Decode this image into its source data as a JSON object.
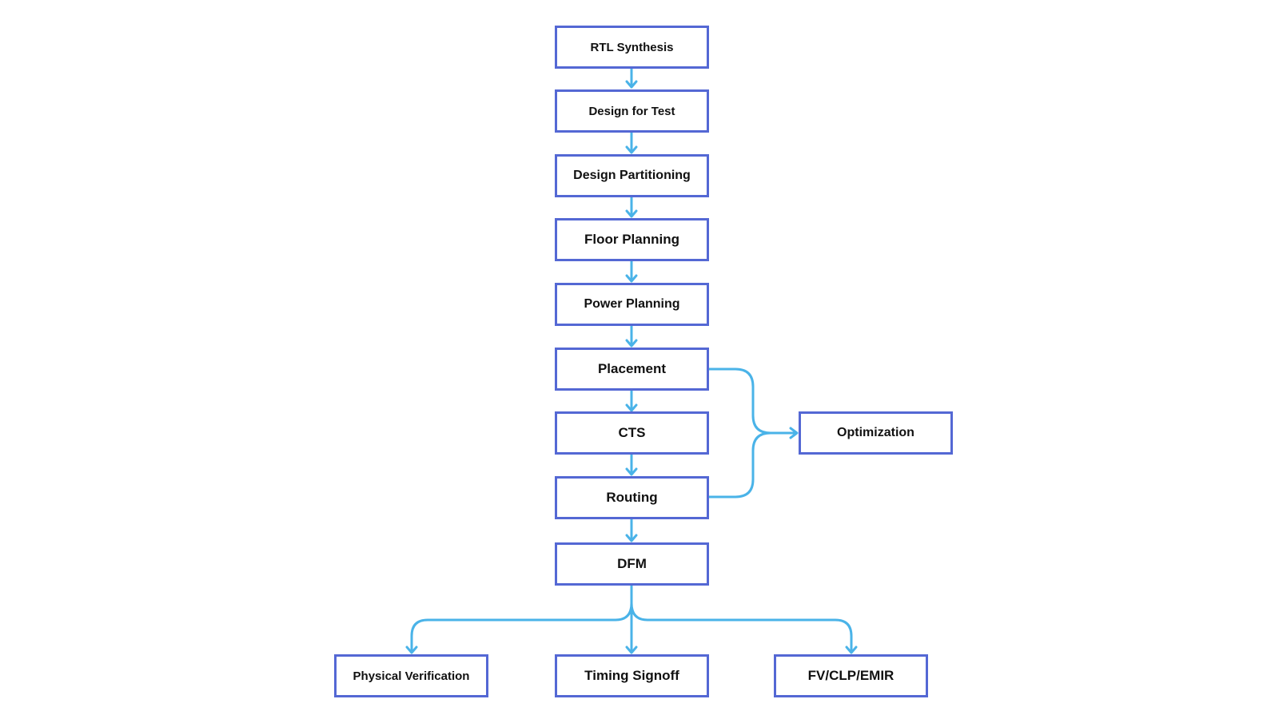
{
  "diagram": {
    "accent_border_color": "#5468d4",
    "connector_color": "#4ab3e8",
    "background_color": "#ffffff",
    "nodes": {
      "rtl_synthesis": "RTL Synthesis",
      "design_for_test": "Design for Test",
      "design_partitioning": "Design Partitioning",
      "floor_planning": "Floor Planning",
      "power_planning": "Power Planning",
      "placement": "Placement",
      "cts": "CTS",
      "routing": "Routing",
      "dfm": "DFM",
      "optimization": "Optimization",
      "physical_verification": "Physical Verification",
      "timing_signoff": "Timing Signoff",
      "fv_clp_emir": "FV/CLP/EMIR"
    },
    "edges": [
      {
        "from": "rtl_synthesis",
        "to": "design_for_test"
      },
      {
        "from": "design_for_test",
        "to": "design_partitioning"
      },
      {
        "from": "design_partitioning",
        "to": "floor_planning"
      },
      {
        "from": "floor_planning",
        "to": "power_planning"
      },
      {
        "from": "power_planning",
        "to": "placement"
      },
      {
        "from": "placement",
        "to": "cts"
      },
      {
        "from": "cts",
        "to": "routing"
      },
      {
        "from": "routing",
        "to": "dfm"
      },
      {
        "from": "placement",
        "to": "optimization"
      },
      {
        "from": "routing",
        "to": "optimization"
      },
      {
        "from": "dfm",
        "to": "physical_verification"
      },
      {
        "from": "dfm",
        "to": "timing_signoff"
      },
      {
        "from": "dfm",
        "to": "fv_clp_emir"
      }
    ]
  }
}
